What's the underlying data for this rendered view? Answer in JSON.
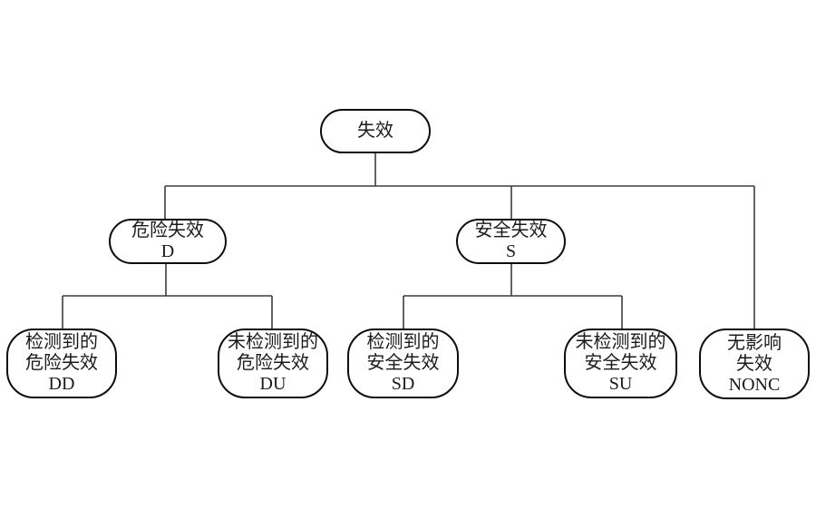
{
  "diagram": {
    "title": "failure-classification-tree",
    "colors": {
      "background": "#ffffff",
      "node_border": "#0d0d0d",
      "connector": "#3c3c3c",
      "text": "#1a1a1a"
    },
    "nodes": {
      "root": {
        "id": "failure",
        "lines": [
          "失效"
        ]
      },
      "d": {
        "id": "dangerous-failure",
        "lines": [
          "危险失效",
          "D"
        ]
      },
      "s": {
        "id": "safe-failure",
        "lines": [
          "安全失效",
          "S"
        ]
      },
      "dd": {
        "id": "detected-dangerous-failure",
        "lines": [
          "检测到的",
          "危险失效",
          "DD"
        ]
      },
      "du": {
        "id": "undetected-dangerous-failure",
        "lines": [
          "未检测到的",
          "危险失效",
          "DU"
        ]
      },
      "sd": {
        "id": "detected-safe-failure",
        "lines": [
          "检测到的",
          "安全失效",
          "SD"
        ]
      },
      "su": {
        "id": "undetected-safe-failure",
        "lines": [
          "未检测到的",
          "安全失效",
          "SU"
        ]
      },
      "nonc": {
        "id": "no-effect-failure",
        "lines": [
          "无影响",
          "失效",
          "NONC"
        ]
      }
    },
    "edges": [
      {
        "from": "failure",
        "to": "dangerous-failure"
      },
      {
        "from": "failure",
        "to": "safe-failure"
      },
      {
        "from": "failure",
        "to": "no-effect-failure"
      },
      {
        "from": "dangerous-failure",
        "to": "detected-dangerous-failure"
      },
      {
        "from": "dangerous-failure",
        "to": "undetected-dangerous-failure"
      },
      {
        "from": "safe-failure",
        "to": "detected-safe-failure"
      },
      {
        "from": "safe-failure",
        "to": "undetected-safe-failure"
      }
    ]
  }
}
